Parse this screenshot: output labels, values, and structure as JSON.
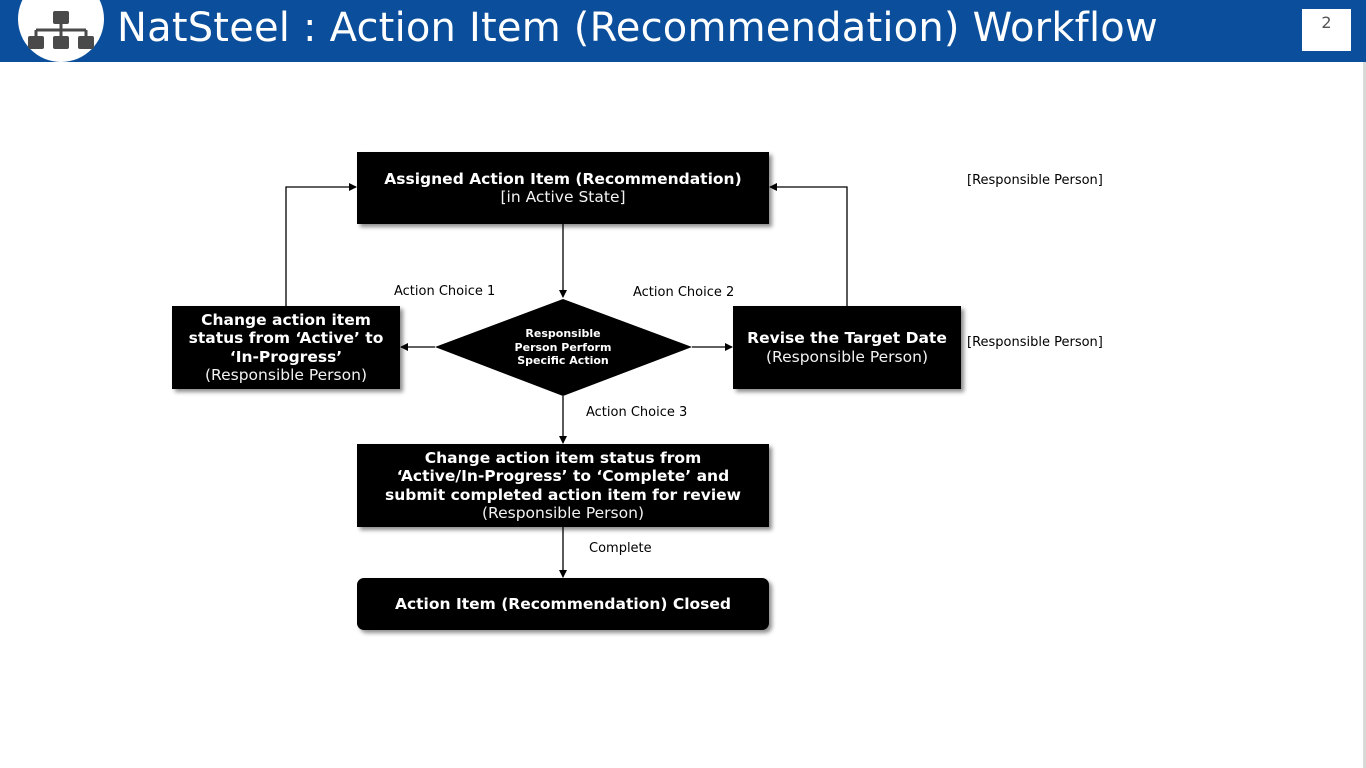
{
  "header": {
    "title": "NatSteel : Action Item (Recommendation) Workflow",
    "page_number": "2",
    "logo_icon": "workflow-hierarchy-icon"
  },
  "colors": {
    "header_bg": "#0b4f9c",
    "node_bg": "#000000",
    "node_text": "#ffffff",
    "line": "#000000"
  },
  "nodes": {
    "assigned": {
      "title": "Assigned Action Item (Recommendation)",
      "sub": "[in Active State]"
    },
    "decision": {
      "title": "Responsible\nPerson Perform\nSpecific Action"
    },
    "change_in_progress": {
      "title": "Change action item\nstatus from ‘Active’ to\n‘In-Progress’",
      "sub": "(Responsible Person)"
    },
    "revise_date": {
      "title": "Revise the Target Date",
      "sub": "(Responsible Person)"
    },
    "complete": {
      "title": "Change action item status from\n‘Active/In-Progress’ to ‘Complete’ and\nsubmit completed action item for review",
      "sub": "(Responsible Person)"
    },
    "closed": {
      "title": "Action Item (Recommendation) Closed"
    }
  },
  "edge_labels": {
    "choice1": "Action Choice 1",
    "choice2": "Action Choice 2",
    "choice3": "Action Choice 3",
    "complete": "Complete"
  },
  "annotations": {
    "top_right": "[Responsible Person]",
    "mid_right": "[Responsible Person]"
  }
}
